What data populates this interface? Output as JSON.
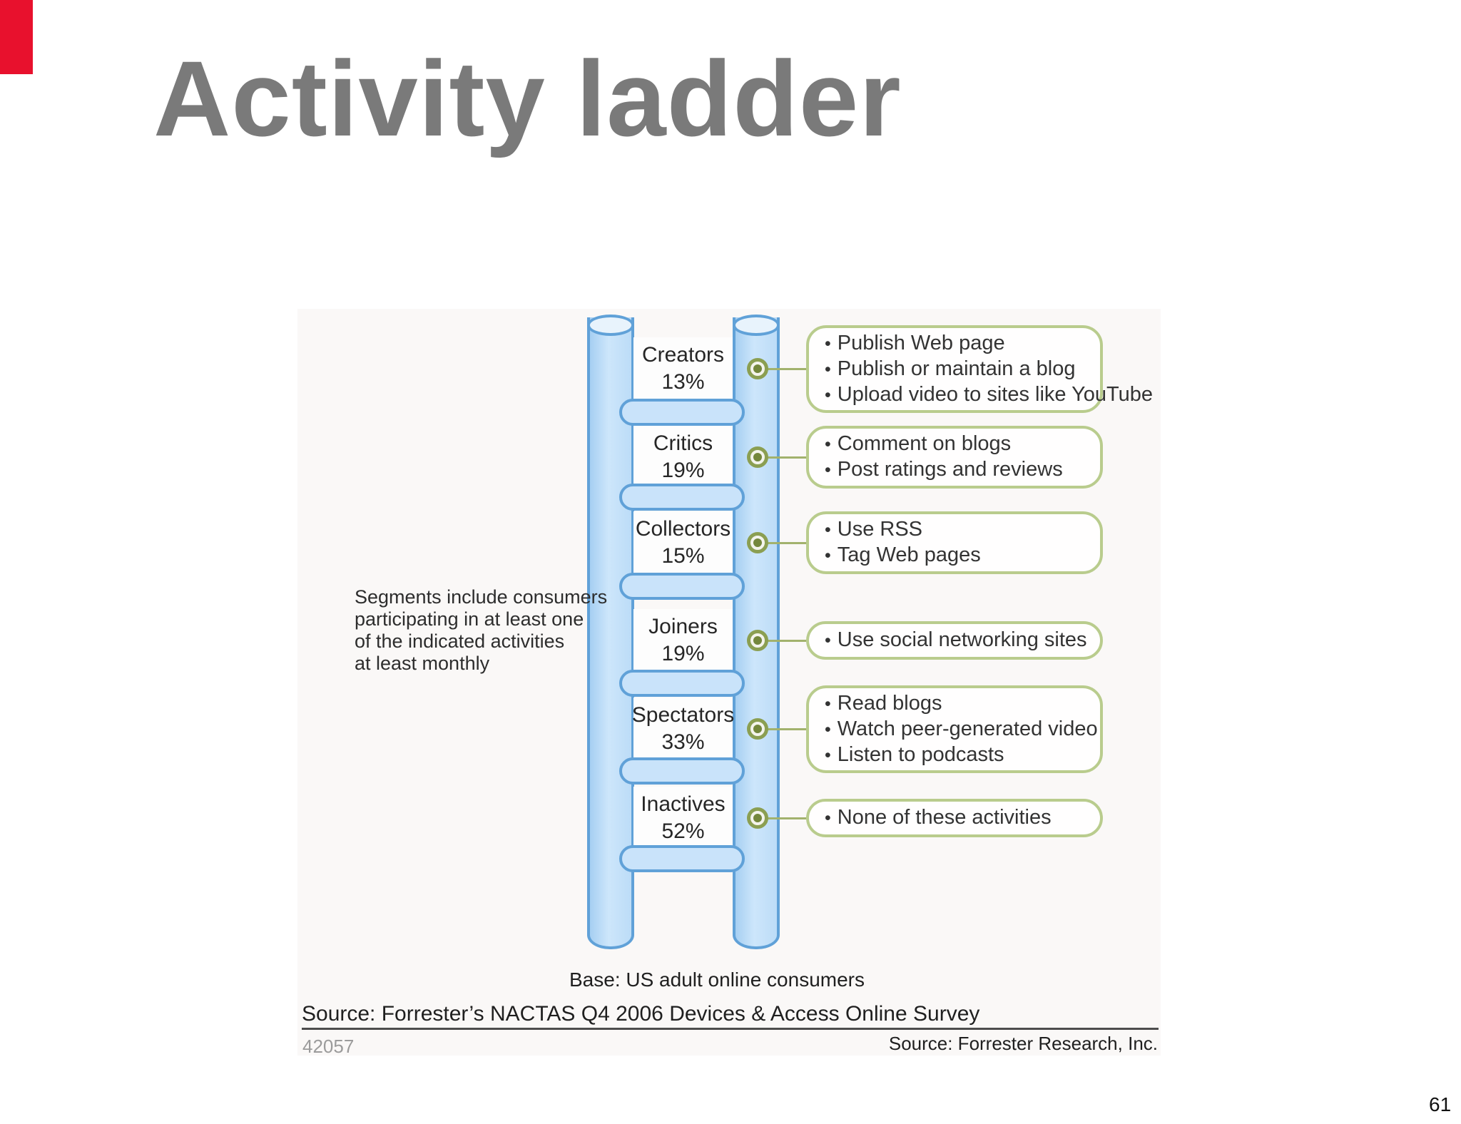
{
  "title": "Activity ladder",
  "accent_bar": {
    "color": "#e8112d"
  },
  "note": {
    "lines": [
      "Segments include consumers",
      "participating in at least one",
      "of the indicated activities",
      "at least monthly"
    ]
  },
  "ladder": {
    "segments": [
      {
        "name": "Creators",
        "pct": "13%",
        "bullets": [
          "Publish Web page",
          "Publish or maintain a blog",
          "Upload video to sites like YouTube"
        ]
      },
      {
        "name": "Critics",
        "pct": "19%",
        "bullets": [
          "Comment on blogs",
          "Post ratings and reviews"
        ]
      },
      {
        "name": "Collectors",
        "pct": "15%",
        "bullets": [
          "Use RSS",
          "Tag Web pages"
        ]
      },
      {
        "name": "Joiners",
        "pct": "19%",
        "bullets": [
          "Use social networking sites"
        ]
      },
      {
        "name": "Spectators",
        "pct": "33%",
        "bullets": [
          "Read blogs",
          "Watch peer-generated video",
          "Listen to podcasts"
        ]
      },
      {
        "name": "Inactives",
        "pct": "52%",
        "bullets": [
          "None of these activities"
        ]
      }
    ],
    "colors": {
      "rail_fill": "#bfdcf7",
      "rail_border": "#60a1d8",
      "callout_border": "#b9cc8d",
      "dot": "#74873c",
      "connector": "#a2b26d"
    }
  },
  "footer": {
    "base_caption": "Base: US adult online consumers",
    "survey_source": "Source: Forrester’s NACTAS Q4 2006 Devices & Access Online Survey",
    "document_number": "42057",
    "rights_source": "Source: Forrester Research, Inc."
  },
  "page": {
    "number": "61"
  }
}
